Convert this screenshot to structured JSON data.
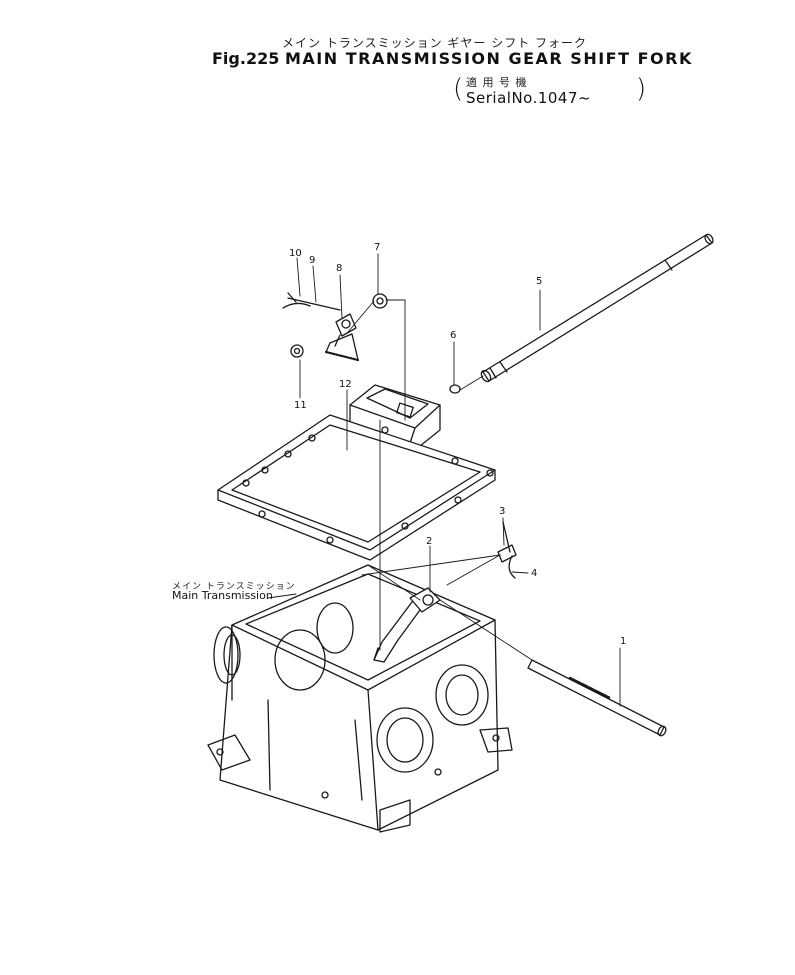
{
  "header": {
    "title_jp": "メイン トランスミッション ギヤー シフト フォーク",
    "fig_label": "Fig.225",
    "title": "MAIN TRANSMISSION GEAR SHIFT FORK",
    "serial_jp": "適 用 号 機",
    "serial": "SerialNo.1047~"
  },
  "labels": {
    "main_transmission_jp": "メイン トランスミッション",
    "main_transmission": "Main Transmission"
  },
  "callouts": [
    {
      "id": "c1",
      "text": "1"
    },
    {
      "id": "c2",
      "text": "2"
    },
    {
      "id": "c3",
      "text": "3"
    },
    {
      "id": "c4",
      "text": "4"
    },
    {
      "id": "c5",
      "text": "5"
    },
    {
      "id": "c6",
      "text": "6"
    },
    {
      "id": "c7",
      "text": "7"
    },
    {
      "id": "c8",
      "text": "8"
    },
    {
      "id": "c9",
      "text": "9"
    },
    {
      "id": "c10",
      "text": "10"
    },
    {
      "id": "c11",
      "text": "11"
    },
    {
      "id": "c12",
      "text": "12"
    }
  ]
}
